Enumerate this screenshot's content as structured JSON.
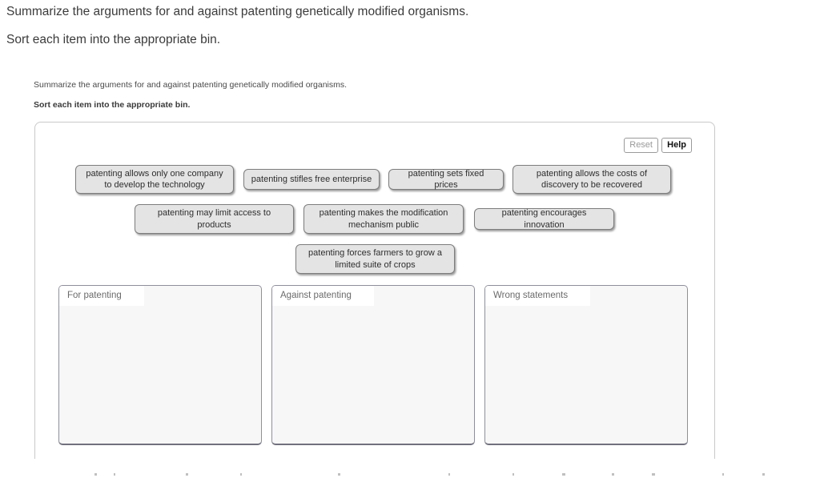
{
  "page": {
    "instructions_line1": "Summarize the arguments for and against patenting genetically modified organisms.",
    "instructions_line2": "Sort each item into the appropriate bin."
  },
  "activity": {
    "header_line1": "Summarize the arguments for and against patenting genetically modified organisms.",
    "header_line2": "Sort each item into the appropriate bin.",
    "toolbar": {
      "reset_label": "Reset",
      "help_label": "Help"
    },
    "items": [
      "patenting allows only one company to develop the technology",
      "patenting stifles free enterprise",
      "patenting sets fixed prices",
      "patenting allows the costs of discovery to be recovered",
      "patenting may limit access to products",
      "patenting makes the modification mechanism public",
      "patenting encourages innovation",
      "patenting forces farmers to grow a limited suite of crops"
    ],
    "bins": [
      {
        "label": "For patenting"
      },
      {
        "label": "Against patenting"
      },
      {
        "label": "Wrong statements"
      }
    ],
    "colors": {
      "chip_background": "#e4e4e4",
      "chip_border": "#7d7d7d",
      "bin_background": "#f7f7f7",
      "bin_border": "#8f8f9c",
      "panel_border": "#c9c9c9"
    }
  }
}
